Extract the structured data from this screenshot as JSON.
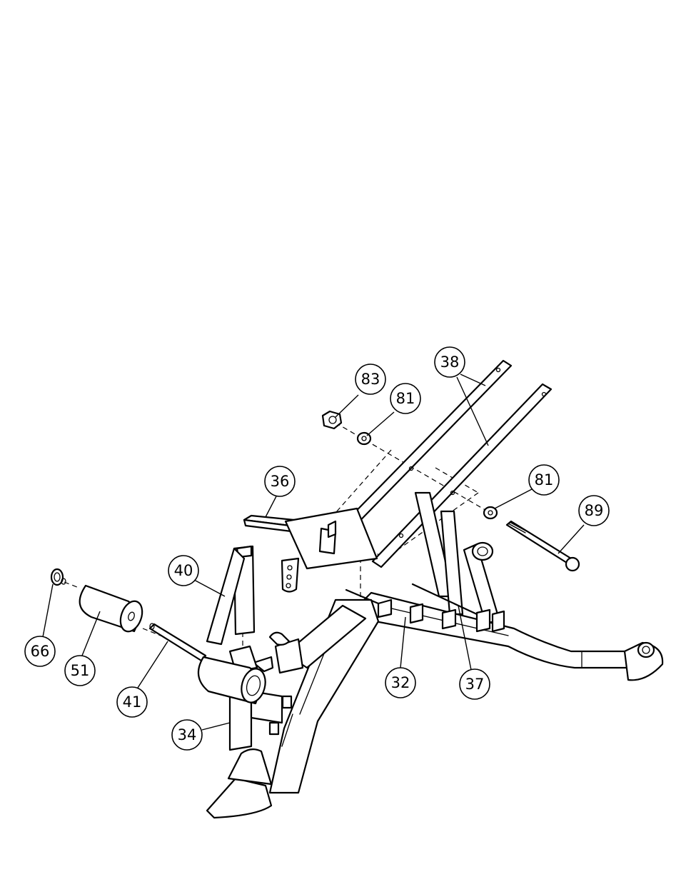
{
  "callouts": [
    {
      "id": "c83",
      "label": "83"
    },
    {
      "id": "c81a",
      "label": "81"
    },
    {
      "id": "c38",
      "label": "38"
    },
    {
      "id": "c36",
      "label": "36"
    },
    {
      "id": "c81b",
      "label": "81"
    },
    {
      "id": "c89",
      "label": "89"
    },
    {
      "id": "c40",
      "label": "40"
    },
    {
      "id": "c66",
      "label": "66"
    },
    {
      "id": "c51",
      "label": "51"
    },
    {
      "id": "c41",
      "label": "41"
    },
    {
      "id": "c34",
      "label": "34"
    },
    {
      "id": "c32",
      "label": "32"
    },
    {
      "id": "c37",
      "label": "37"
    }
  ]
}
